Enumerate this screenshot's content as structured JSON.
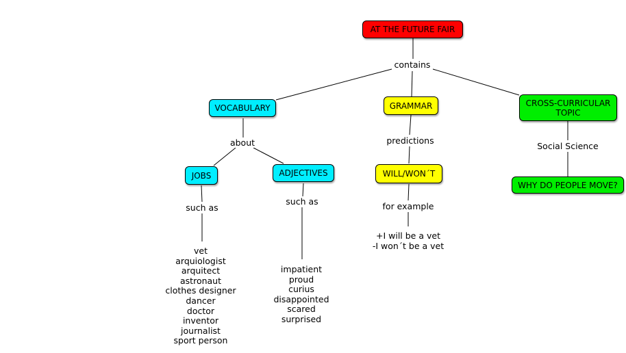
{
  "root": {
    "label": "AT THE FUTURE FAIR",
    "color": "#ff0000"
  },
  "link_contains": "contains",
  "vocabulary": {
    "label": "VOCABULARY",
    "color": "#00eeff",
    "link_about": "about",
    "jobs": {
      "label": "JOBS",
      "link": "such as",
      "items": [
        "vet",
        "arquiologist",
        "arquitect",
        "astronaut",
        "clothes designer",
        "dancer",
        "doctor",
        "inventor",
        "journalist",
        "sport person"
      ]
    },
    "adjectives": {
      "label": "ADJECTIVES",
      "link": "such as",
      "items": [
        "impatient",
        "proud",
        "curius",
        "disappointed",
        "scared",
        "surprised"
      ]
    }
  },
  "grammar": {
    "label": "GRAMMAR",
    "color": "#ffff00",
    "link_predictions": "predictions",
    "will": {
      "label": "WILL/WON´T",
      "link": "for example",
      "examples": [
        "+I will be a vet",
        "-I won´t be a vet"
      ]
    }
  },
  "cross": {
    "label": "CROSS-CURRICULAR TOPIC",
    "color": "#00ee00",
    "link": "Social Science",
    "child": "WHY DO PEOPLE MOVE?"
  }
}
